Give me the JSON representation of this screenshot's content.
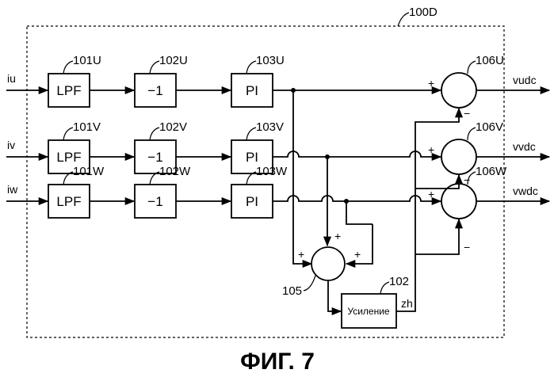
{
  "diagram": {
    "frame_label": "100D",
    "inputs": {
      "u": "iu",
      "v": "iv",
      "w": "iw"
    },
    "outputs": {
      "u": "vudc",
      "v": "vvdc",
      "w": "vwdc"
    },
    "lpf": {
      "text": "LPF",
      "refs": {
        "u": "101U",
        "v": "101V",
        "w": "101W"
      }
    },
    "inverter": {
      "text": "−1",
      "refs": {
        "u": "102U",
        "v": "102V",
        "w": "102W"
      }
    },
    "pi": {
      "text": "PI",
      "refs": {
        "u": "103U",
        "v": "103V",
        "w": "103W"
      }
    },
    "summers": {
      "u": "106U",
      "v": "106V",
      "w": "106W",
      "sum": "105"
    },
    "gain": {
      "text": "Усиление",
      "ref": "102",
      "out_signal": "zh"
    },
    "signs": {
      "plus": "+",
      "minus": "−"
    },
    "caption": "ФИГ. 7"
  }
}
